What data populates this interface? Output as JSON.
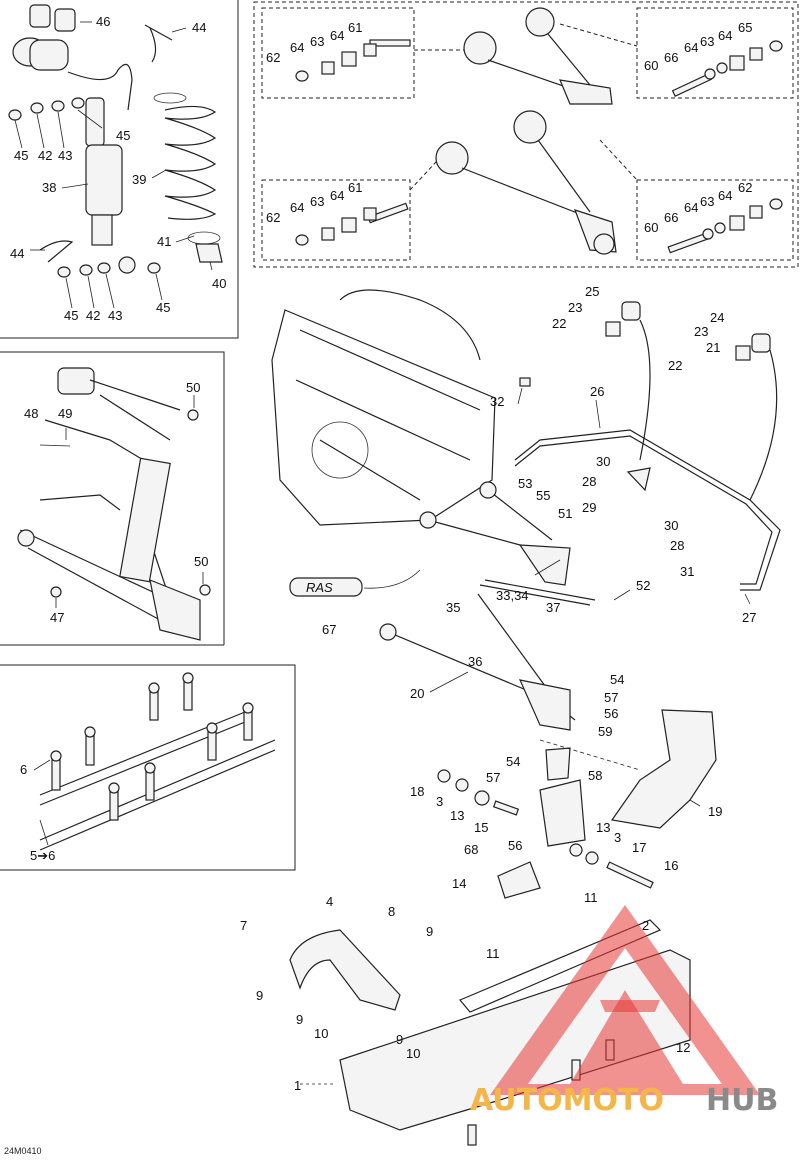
{
  "diagram_code": "24M0410",
  "callouts": {
    "c46": "46",
    "c44a": "44",
    "c45a": "45",
    "c42a": "42",
    "c43a": "43",
    "c45b": "45",
    "c38": "38",
    "c39": "39",
    "c44b": "44",
    "c41": "41",
    "c40": "40",
    "c45c": "45",
    "c42b": "42",
    "c43b": "43",
    "c45d": "45",
    "c61a": "61",
    "c64a": "64",
    "c63a": "63",
    "c64b": "64",
    "c62a": "62",
    "c65": "65",
    "c64c": "64",
    "c63b": "63",
    "c64d": "64",
    "c66a": "66",
    "c60a": "60",
    "c61b": "61",
    "c64e": "64",
    "c63c": "63",
    "c64f": "64",
    "c62b": "62",
    "c62c": "62",
    "c64g": "64",
    "c63d": "63",
    "c64h": "64",
    "c66b": "66",
    "c60b": "60",
    "c48": "48",
    "c49": "49",
    "c50a": "50",
    "c50b": "50",
    "c47": "47",
    "c6": "6",
    "c5to6": "5➔6",
    "c25": "25",
    "c23a": "23",
    "c22a": "22",
    "c24": "24",
    "c23b": "23",
    "c21": "21",
    "c22b": "22",
    "c32": "32",
    "c26": "26",
    "c30a": "30",
    "c28a": "28",
    "c29": "29",
    "c53": "53",
    "c55": "55",
    "c51": "51",
    "c30b": "30",
    "c28b": "28",
    "c31": "31",
    "c67": "67",
    "c52": "52",
    "c27": "27",
    "c35": "35",
    "c3334": "33,34",
    "c37": "37",
    "c36": "36",
    "c54a": "54",
    "c57a": "57",
    "c56a": "56",
    "c20": "20",
    "c59": "59",
    "c58": "58",
    "c54b": "54",
    "c57b": "57",
    "c18": "18",
    "c3a": "3",
    "c13a": "13",
    "c15": "15",
    "c56b": "56",
    "c68": "68",
    "c19": "19",
    "c13b": "13",
    "c3b": "3",
    "c17": "17",
    "c16": "16",
    "c14": "14",
    "c11a": "11",
    "c4": "4",
    "c8": "8",
    "c9a": "9",
    "c7": "7",
    "c9b": "9",
    "c11b": "11",
    "c9c": "9",
    "c10a": "10",
    "c9d": "9",
    "c10b": "10",
    "c2": "2",
    "c12": "12",
    "c1": "1"
  },
  "watermark": {
    "word_a": "AUTOMOTO",
    "word_b": "HUB",
    "colors": {
      "triangle": "#e53935",
      "word_a": "#f2b64a",
      "word_b": "#8a8a8a"
    }
  }
}
